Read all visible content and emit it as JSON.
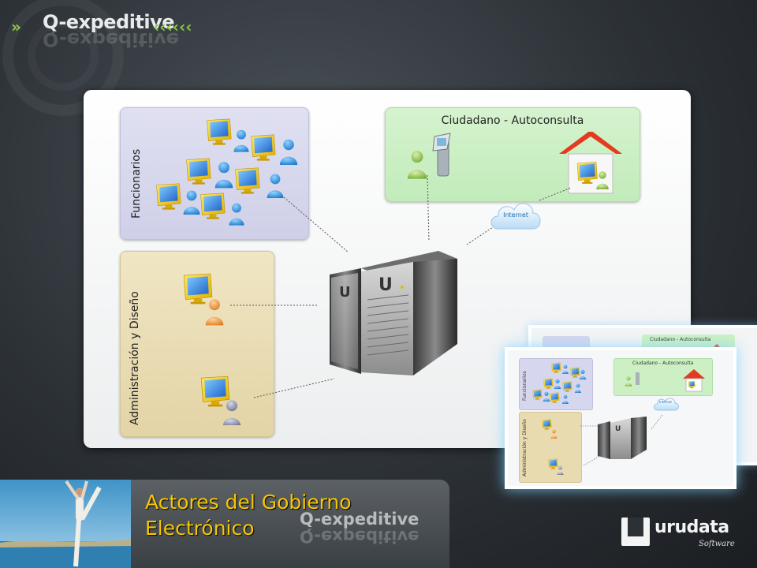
{
  "header": {
    "logo_text": "Q-expeditive",
    "logo_reflection": "Q-expeditive"
  },
  "diagram": {
    "groups": {
      "funcionarios": "Funcionarios",
      "administracion": "Administración y Diseño",
      "ciudadano": "Ciudadano - Autoconsulta"
    },
    "cloud_label": "Internet"
  },
  "thumbnail": {
    "funcionarios": "Funcionarios",
    "administracion": "Administración y Diseño",
    "ciudadano": "Ciudadano - Autoconsulta",
    "cloud_label": "Internet"
  },
  "footer": {
    "title_line1": "Actores del Gobierno",
    "title_line2": "Electrónico",
    "watermark": "Q-expeditive",
    "watermark_reflection": "Q-expeditive"
  },
  "brand": {
    "name": "urudata",
    "sub": "Software"
  },
  "colors": {
    "title_yellow": "#f7c700",
    "accent_green": "#8cc63f",
    "funcionarios_bg": "#d6d7ee",
    "admin_bg": "#e8dbb0",
    "ciudadano_bg": "#ccf0c4"
  }
}
